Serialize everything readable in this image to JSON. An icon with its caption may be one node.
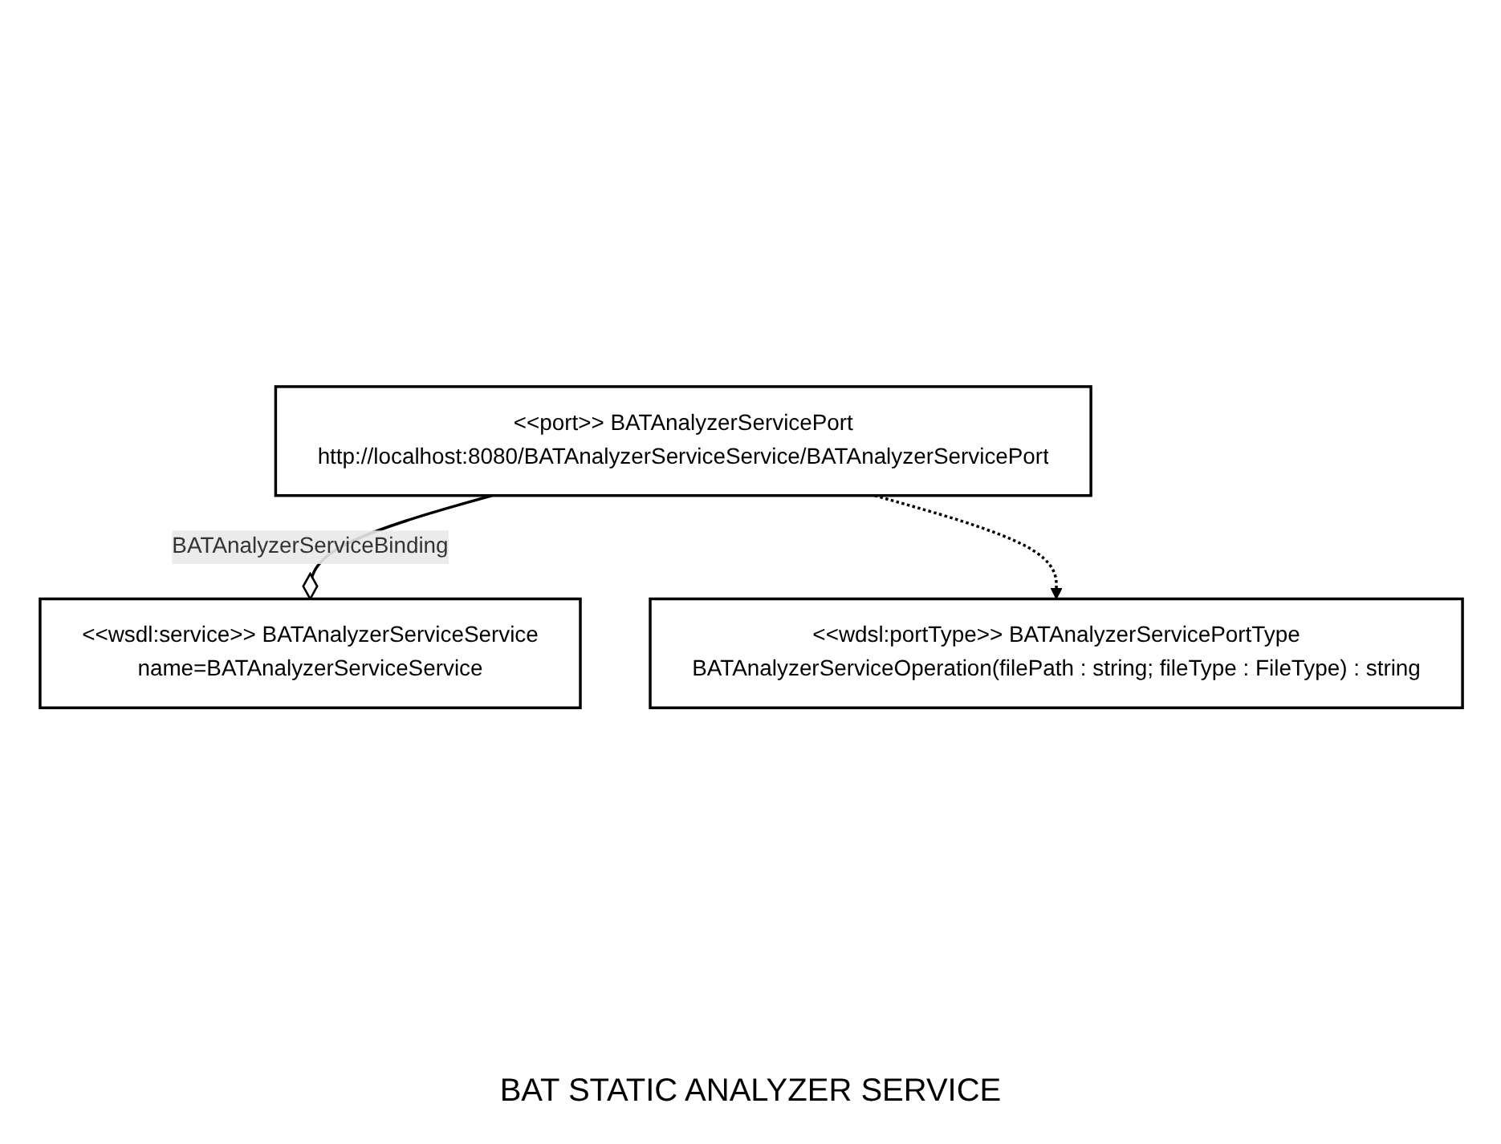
{
  "diagram": {
    "caption": "BAT STATIC ANALYZER SERVICE",
    "nodes": [
      {
        "text": [
          "<<wsdl:service>> BATAnalyzerServiceService",
          "name=BATAnalyzerServiceService"
        ]
      },
      {
        "text": [
          "<<port>> BATAnalyzerServicePort",
          "http://localhost:8080/BATAnalyzerServiceService/BATAnalyzerServicePort"
        ]
      },
      {
        "text": [
          "<<wdsl:portType>> BATAnalyzerServicePortType",
          "BATAnalyzerServiceOperation(filePath : string; fileType : FileType) : string"
        ]
      }
    ],
    "edges": [
      {
        "from": 1,
        "to": 0,
        "arrow": "other",
        "label": "BATAnalyzerServiceBinding"
      },
      {
        "from": 1,
        "to": 2,
        "arrow": "to",
        "style": "dashed"
      }
    ]
  }
}
